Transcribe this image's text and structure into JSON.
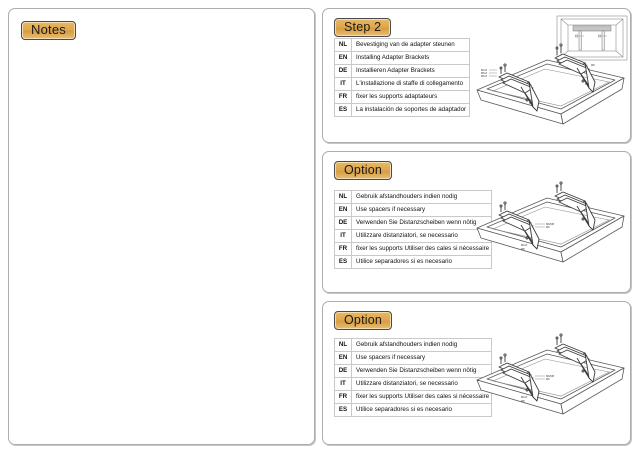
{
  "page": {
    "background": "#ffffff",
    "accent_color": "#e0a84f",
    "border_color": "#adadad"
  },
  "notes": {
    "tag_label": "Notes",
    "body_text": ""
  },
  "panels": [
    {
      "id": "step2",
      "tag_label": "Step 2",
      "rows": [
        {
          "code": "NL",
          "text": "Bevestiging van de adapter steunen"
        },
        {
          "code": "EN",
          "text": "Installing Adapter Brackets"
        },
        {
          "code": "DE",
          "text": "Installieren Adapter Brackets"
        },
        {
          "code": "IT",
          "text": "L'installazione di staffe di collegamento"
        },
        {
          "code": "FR",
          "text": "fixer les supports adaptateurs"
        },
        {
          "code": "ES",
          "text": "La instalación de soportes de adaptador"
        }
      ],
      "illustration": "tv-back-with-adapter-brackets"
    },
    {
      "id": "option-1",
      "tag_label": "Option",
      "rows": [
        {
          "code": "NL",
          "text": "Gebruik afstandhouders indien nodig"
        },
        {
          "code": "EN",
          "text": "Use spacers if necessary"
        },
        {
          "code": "DE",
          "text": "Verwenden Sie Distanzscheiben wenn nötig"
        },
        {
          "code": "IT",
          "text": "Utilizzare distanziatori, se necessario"
        },
        {
          "code": "FR",
          "text": "fixer les supports Utiliser des cales si nécessaire"
        },
        {
          "code": "ES",
          "text": "Utilice separadores si es necesario"
        }
      ],
      "illustration": "tv-back-with-spacers"
    },
    {
      "id": "option-2",
      "tag_label": "Option",
      "rows": [
        {
          "code": "NL",
          "text": "Gebruik afstandhouders indien nodig"
        },
        {
          "code": "EN",
          "text": "Use spacers if necessary"
        },
        {
          "code": "DE",
          "text": "Verwenden Sie Distanzscheiben wenn nötig"
        },
        {
          "code": "IT",
          "text": "Utilizzare distanziatori, se necessario"
        },
        {
          "code": "FR",
          "text": "fixer les supports Utiliser des cales si nécessaire"
        },
        {
          "code": "ES",
          "text": "Utilice separadores si es necesario"
        }
      ],
      "illustration": "tv-back-with-spacers"
    }
  ]
}
